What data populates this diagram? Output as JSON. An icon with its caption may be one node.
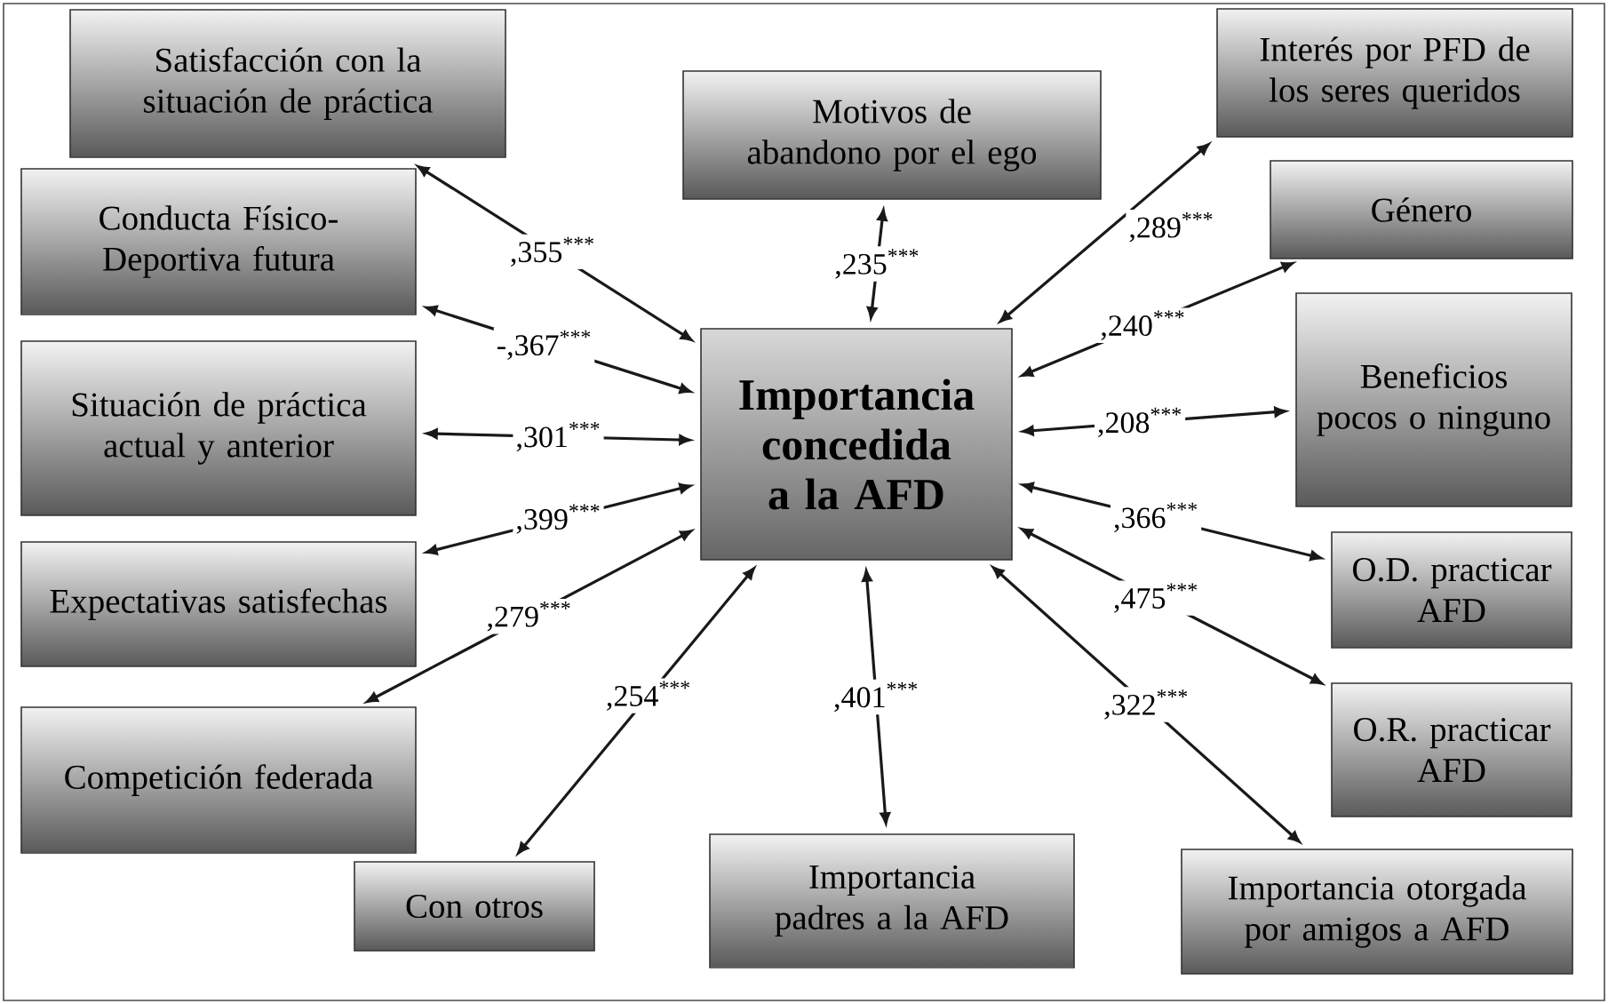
{
  "diagram": {
    "nodes": [
      {
        "text": [
          "Satisfacción con la situación de práctica"
        ]
      },
      {
        "text": [
          "Motivos de abandono por el ego"
        ]
      },
      {
        "text": [
          "Interés por PFD de los seres queridos"
        ]
      },
      {
        "text": [
          "Conducta Físico-Deportiva futura"
        ]
      },
      {
        "text": [
          "Género"
        ]
      },
      {
        "text": [
          "Situación de práctica actual y anterior"
        ]
      },
      {
        "text": [
          "Importancia concedida a la AFD"
        ]
      },
      {
        "text": [
          "Beneficios pocos o ninguno"
        ]
      },
      {
        "text": [
          "Expectativas satisfechas"
        ]
      },
      {
        "text": [
          "O.D. practicar AFD"
        ]
      },
      {
        "text": [
          "Competición federada"
        ]
      },
      {
        "text": [
          "O.R. practicar AFD"
        ]
      },
      {
        "text": [
          "Con otros"
        ]
      },
      {
        "text": [
          "Importancia padres a la AFD"
        ]
      },
      {
        "text": [
          "Importancia otorgada por amigos a AFD"
        ]
      }
    ],
    "edges": [
      {
        "from": 6,
        "to": 0,
        "arrow": "both",
        "label": ",355$^{***}$"
      },
      {
        "from": 6,
        "to": 1,
        "arrow": "both",
        "label": ",235$^{***}$"
      },
      {
        "from": 6,
        "to": 2,
        "arrow": "both",
        "label": ",289$^{***}$"
      },
      {
        "from": 6,
        "to": 3,
        "arrow": "both",
        "label": "-,367$^{***}$"
      },
      {
        "from": 6,
        "to": 4,
        "arrow": "both",
        "label": ",240$^{***}$"
      },
      {
        "from": 6,
        "to": 5,
        "arrow": "both",
        "label": ",301$^{***}$"
      },
      {
        "from": 6,
        "to": 7,
        "arrow": "both",
        "label": ",208$^{***}$"
      },
      {
        "from": 6,
        "to": 8,
        "arrow": "both",
        "label": ",399$^{***}$"
      },
      {
        "from": 6,
        "to": 9,
        "arrow": "both",
        "label": ",366$^{***}$"
      },
      {
        "from": 6,
        "to": 10,
        "arrow": "both",
        "label": ",279$^{***}$"
      },
      {
        "from": 6,
        "to": 11,
        "arrow": "both",
        "label": ",475$^{***}$"
      },
      {
        "from": 6,
        "to": 12,
        "arrow": "both",
        "label": ",254$^{***}$"
      },
      {
        "from": 6,
        "to": 13,
        "arrow": "both",
        "label": ",401$^{***}$"
      },
      {
        "from": 6,
        "to": 14,
        "arrow": "both",
        "label": ",322$^{***}$"
      }
    ]
  }
}
